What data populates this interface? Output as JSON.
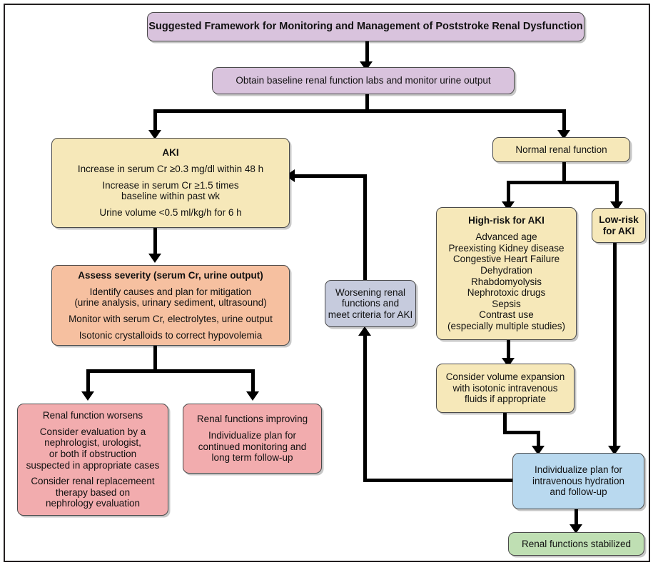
{
  "figure": {
    "title": "Suggested Framework for Monitoring and Management of Poststroke Renal Dysfunction",
    "type": "flowchart",
    "border_color": "#231f20",
    "background": "#ffffff"
  },
  "colors": {
    "title_box": "#d9c3dd",
    "step_box": "#d9c3dd",
    "aki_box": "#f6e8b9",
    "assess_box": "#f6c0a0",
    "outcome_box": "#f2acae",
    "plan_box": "#b9d9ef",
    "stable_box": "#bfdfb3",
    "worsening_box": "#c6cbdd",
    "connector": "#000000"
  },
  "nodes": {
    "title": {
      "name": "Suggested Framework for Monitoring and Management of Poststroke Renal Dysfunction",
      "lines": [
        "Suggested Framework for Monitoring and Management of Poststroke Renal Dysfunction"
      ]
    },
    "baseline": {
      "lines": [
        "Obtain baseline renal function labs and monitor urine output"
      ]
    },
    "aki": {
      "heading": "AKI",
      "lines": [
        "Increase in serum Cr ≥0.3 mg/dl within 48 h",
        "Increase in serum Cr ≥1.5 times",
        "baseline within past wk",
        "Urine volume <0.5 ml/kg/h for 6 h"
      ]
    },
    "assess": {
      "heading": "Assess severity (serum Cr, urine output)",
      "heading_plain": "Assess severity",
      "heading_rest": " (serum Cr, urine output)",
      "lines": [
        "Identify causes and plan for mitigation",
        "(urine analysis, urinary sediment, ultrasound)",
        "Monitor with serum Cr, electrolytes, urine output",
        "Isotonic crystalloids to correct hypovolemia"
      ]
    },
    "worsens": {
      "lines": [
        "Renal function worsens",
        "Consider evaluation by a",
        "nephrologist, urologist,",
        "or both if obstruction",
        "suspected in appropriate cases",
        "Consider renal replacemeent",
        "therapy based on",
        "nephrology evaluation"
      ]
    },
    "improving": {
      "lines": [
        "Renal functions improving",
        "Individualize plan for",
        "continued monitoring and",
        "long term follow-up"
      ]
    },
    "worsening_criteria": {
      "lines": [
        "Worsening renal",
        "functions and",
        "meet criteria for AKI"
      ]
    },
    "normal": {
      "lines": [
        "Normal renal function"
      ]
    },
    "high_risk": {
      "heading": "High-risk for AKI",
      "lines": [
        "Advanced age",
        "Preexisting Kidney disease",
        "Congestive Heart Failure",
        "Dehydration",
        "Rhabdomyolysis",
        "Nephrotoxic drugs",
        "Sepsis",
        "Contrast use",
        "(especially multiple studies)"
      ]
    },
    "low_risk": {
      "lines": [
        "Low-risk",
        "for AKI"
      ]
    },
    "volume_expansion": {
      "lines": [
        "Consider volume expansion",
        "with isotonic intravenous",
        "fluids if appropriate"
      ]
    },
    "individualize": {
      "lines": [
        "Individualize plan for",
        "intravenous hydration",
        "and follow-up"
      ]
    },
    "stabilized": {
      "lines": [
        "Renal functions stabilized"
      ]
    }
  }
}
